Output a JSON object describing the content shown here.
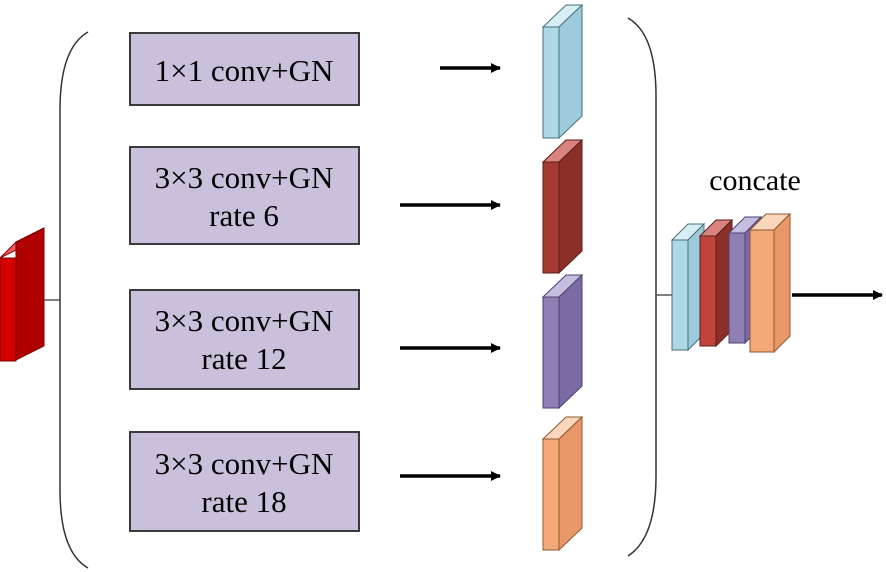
{
  "boxes": [
    {
      "line1": "1×1 conv+GN",
      "line2": ""
    },
    {
      "line1": "3×3 conv+GN",
      "line2": "rate 6"
    },
    {
      "line1": "3×3 conv+GN",
      "line2": "rate 12"
    },
    {
      "line1": "3×3 conv+GN",
      "line2": "rate 18"
    }
  ],
  "concat_label": "concate",
  "colors": {
    "box_fill": "#cbc0dc",
    "box_stroke": "#3a3a3a",
    "input_block": "#d40000",
    "branch_1": "#add8e6",
    "branch_2": "#a53a33",
    "branch_3": "#8f7fb5",
    "branch_4": "#f5a877"
  }
}
